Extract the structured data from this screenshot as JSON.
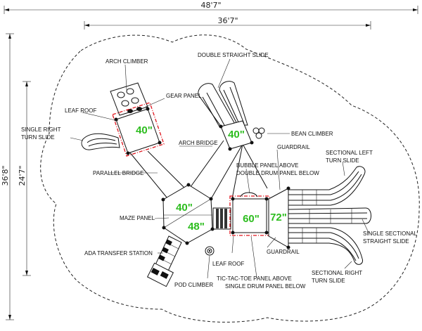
{
  "dimensions": {
    "overall_width": "48'7\"",
    "inner_width": "36'7\"",
    "overall_depth": "36'8\"",
    "inner_depth": "24'7\""
  },
  "deck_heights": {
    "upper_left": "40\"",
    "upper_middle": "40\"",
    "hex_top": "40\"",
    "hex_bottom": "48\"",
    "right_deck": "60\"",
    "slide_deck": "72\""
  },
  "labels": {
    "arch_climber": "ARCH CLIMBER",
    "gear_panel": "GEAR PANEL",
    "leaf_roof_top": "LEAF ROOF",
    "single_right_turn_slide_1": "SINGLE RIGHT",
    "single_right_turn_slide_2": "TURN SLIDE",
    "double_straight_slide": "DOUBLE STRAIGHT SLIDE",
    "bean_climber": "BEAN CLIMBER",
    "arch_bridge": "ARCH BRIDGE",
    "guardrail_top": "GUARDRAIL",
    "sectional_left_1": "SECTIONAL LEFT",
    "sectional_left_2": "TURN SLIDE",
    "bubble_panel_1": "BUBBLE PANEL ABOVE",
    "bubble_panel_2": "DOUBLE DRUM PANEL BELOW",
    "parallel_bridge": "PARALLEL BRIDGE",
    "maze_panel": "MAZE PANEL",
    "single_sectional_1": "SINGLE SECTIONAL",
    "single_sectional_2": "STRAIGHT SLIDE",
    "guardrail_bottom": "GUARDRAIL",
    "ada_transfer": "ADA TRANSFER STATION",
    "leaf_roof_bottom": "LEAF ROOF",
    "pod_climber": "POD CLIMBER",
    "tictactoe_1": "TIC-TAC-TOE PANEL ABOVE",
    "tictactoe_2": "SINGLE DRUM PANEL BELOW",
    "sectional_right_1": "SECTIONAL RIGHT",
    "sectional_right_2": "TURN SLIDE"
  },
  "colors": {
    "deck_text": "#2dbd1f",
    "roof_outline": "#e0141c",
    "line": "#111111"
  }
}
